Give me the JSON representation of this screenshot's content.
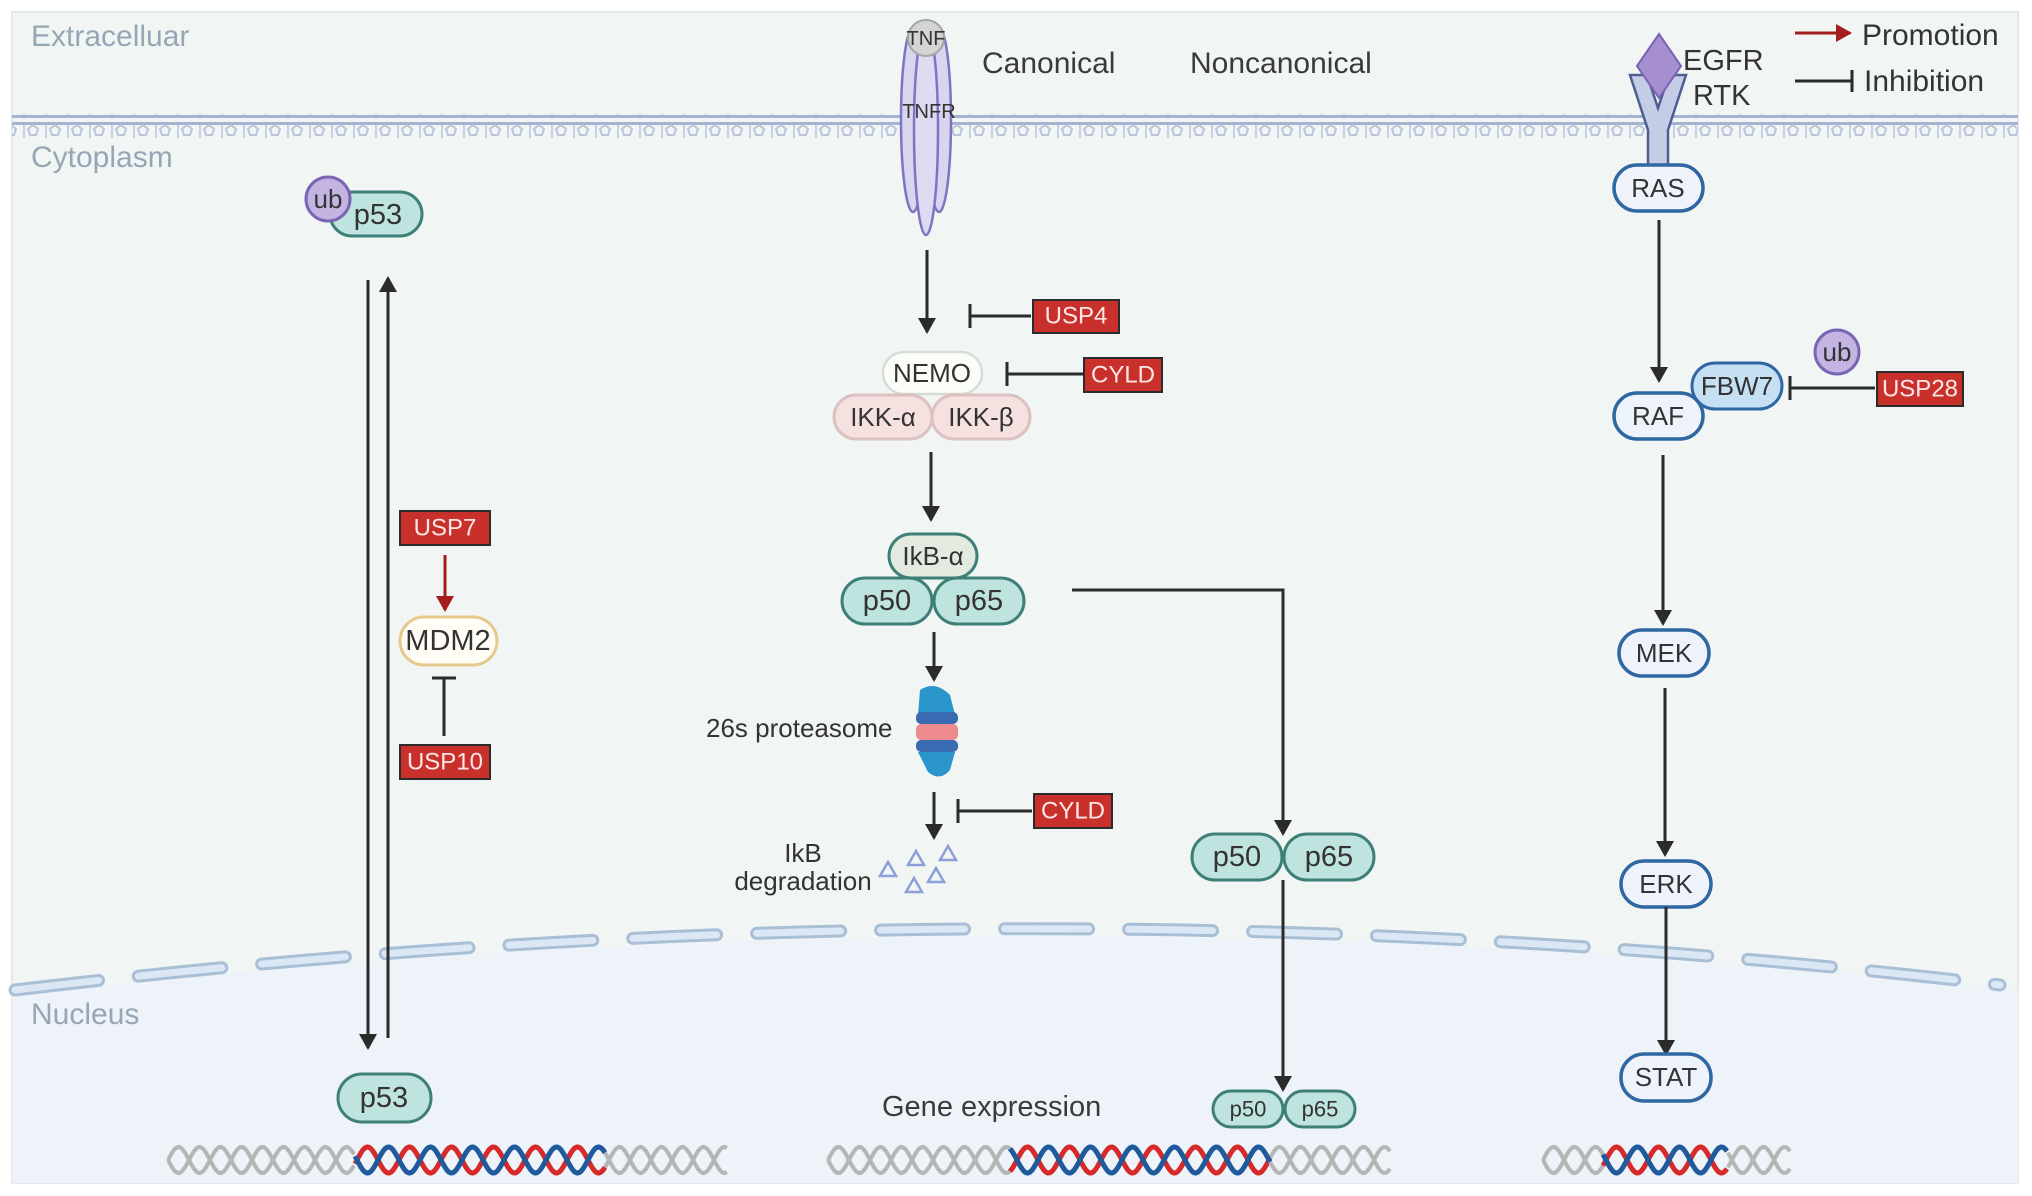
{
  "regions": {
    "extracellular": "Extracelluar",
    "cytoplasm": "Cytoplasm",
    "nucleus": "Nucleus"
  },
  "legend": {
    "promotion": "Promotion",
    "inhibition": "Inhibition",
    "promotion_color": "#a51c1c",
    "inhibition_color": "#2b2b2b"
  },
  "p53_pathway": {
    "ub": "ub",
    "p53_top": "p53",
    "usp7": "USP7",
    "mdm2": "MDM2",
    "usp10": "USP10",
    "p53_nucleus": "p53"
  },
  "nfkb_pathway": {
    "tnf": "TNF",
    "tnfr": "TNFR",
    "canonical": "Canonical",
    "noncanonical": "Noncanonical",
    "usp4": "USP4",
    "nemo": "NEMO",
    "cyld_1": "CYLD",
    "ikk_alpha": "IKK-α",
    "ikk_beta": "IKK-β",
    "ikb_alpha": "IkB-α",
    "p50": "p50",
    "p65": "p65",
    "proteasome_label": "26s proteasome",
    "cyld_2": "CYLD",
    "ikb_degradation_line1": "IkB",
    "ikb_degradation_line2": "degradation",
    "p50_noncanonical": "p50",
    "p65_noncanonical": "p65",
    "p50_nucleus": "p50",
    "p65_nucleus": "p65",
    "gene_expression": "Gene expression"
  },
  "egfr_pathway": {
    "egfr": "EGFR",
    "rtk": "RTK",
    "ras": "RAS",
    "raf": "RAF",
    "fbw7": "FBW7",
    "ub": "ub",
    "usp28": "USP28",
    "mek": "MEK",
    "erk": "ERK",
    "stat": "STAT"
  },
  "colors": {
    "enzyme_red": "#c8302c",
    "teal_protein": "#bfe3df",
    "dna_red": "#d62a2a",
    "dna_blue": "#1e5a9c",
    "dna_gray": "#b5b5b5",
    "cytoplasm_bg": "#f1f6f5",
    "nucleus_bg": "#eef3fa"
  }
}
